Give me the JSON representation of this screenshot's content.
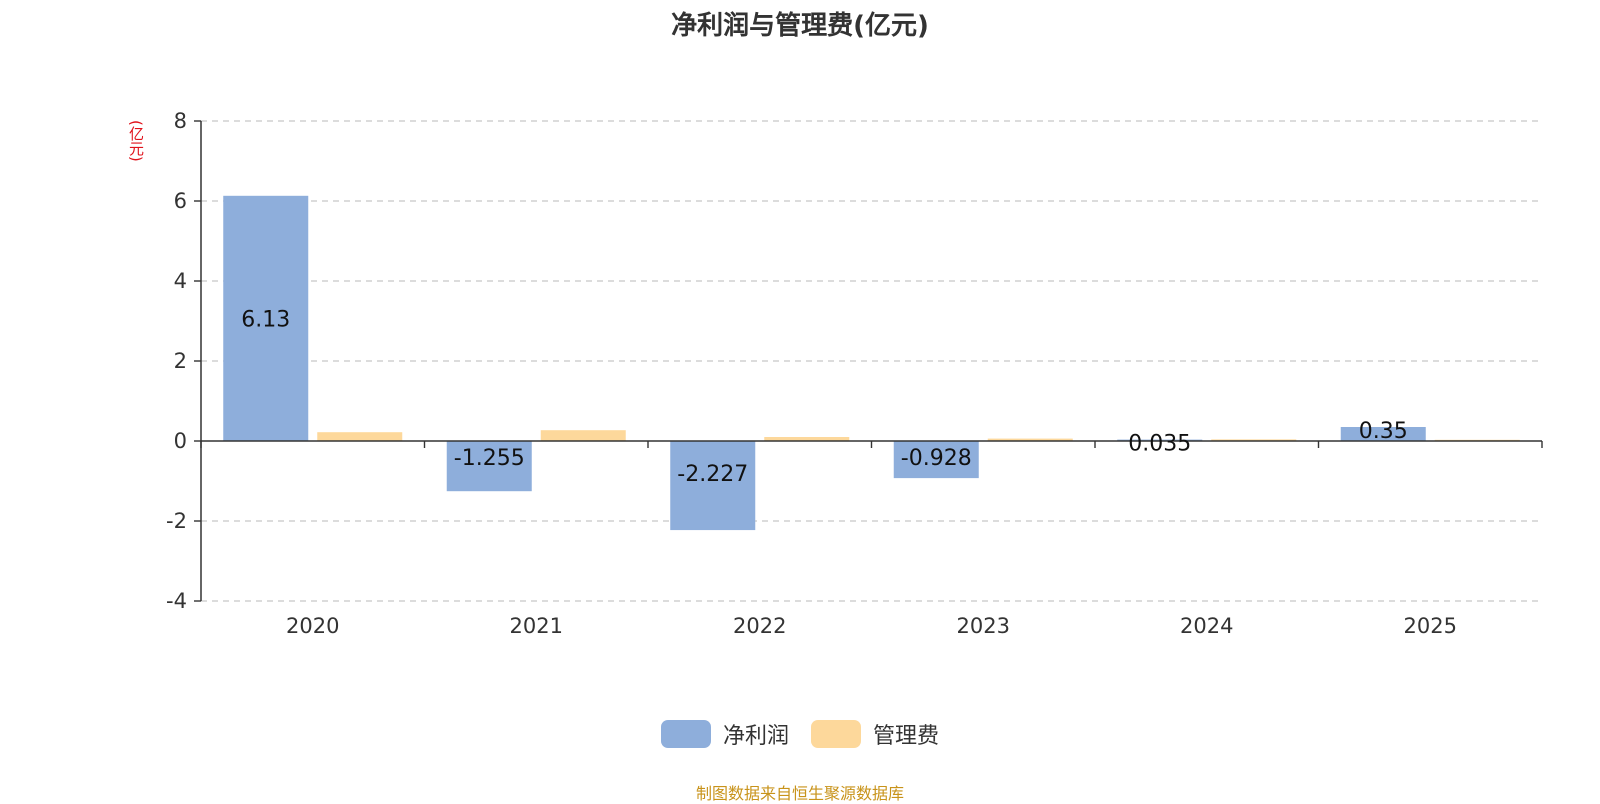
{
  "title": "净利润与管理费(亿元)",
  "source": "制图数据来自恒生聚源数据库",
  "chart_data": {
    "type": "bar",
    "title": "净利润与管理费(亿元)",
    "ylabel": "(亿元)",
    "categories": [
      "2020",
      "2021",
      "2022",
      "2023",
      "2024",
      "2025"
    ],
    "ylim": [
      -4,
      8
    ],
    "yticks": [
      8,
      6,
      4,
      2,
      0,
      -2,
      -4
    ],
    "grid": true,
    "legend_position": "bottom",
    "series": [
      {
        "name": "净利润",
        "color": "#8eaedb",
        "values": [
          6.13,
          -1.255,
          -2.227,
          -0.928,
          0.035,
          0.35
        ],
        "labels": [
          "6.13",
          "-1.255",
          "-2.227",
          "-0.928",
          "0.035",
          "0.35"
        ]
      },
      {
        "name": "管理费",
        "color": "#fdd89b",
        "values": [
          0.22,
          0.27,
          0.1,
          0.06,
          0.04,
          0.03
        ]
      }
    ]
  }
}
